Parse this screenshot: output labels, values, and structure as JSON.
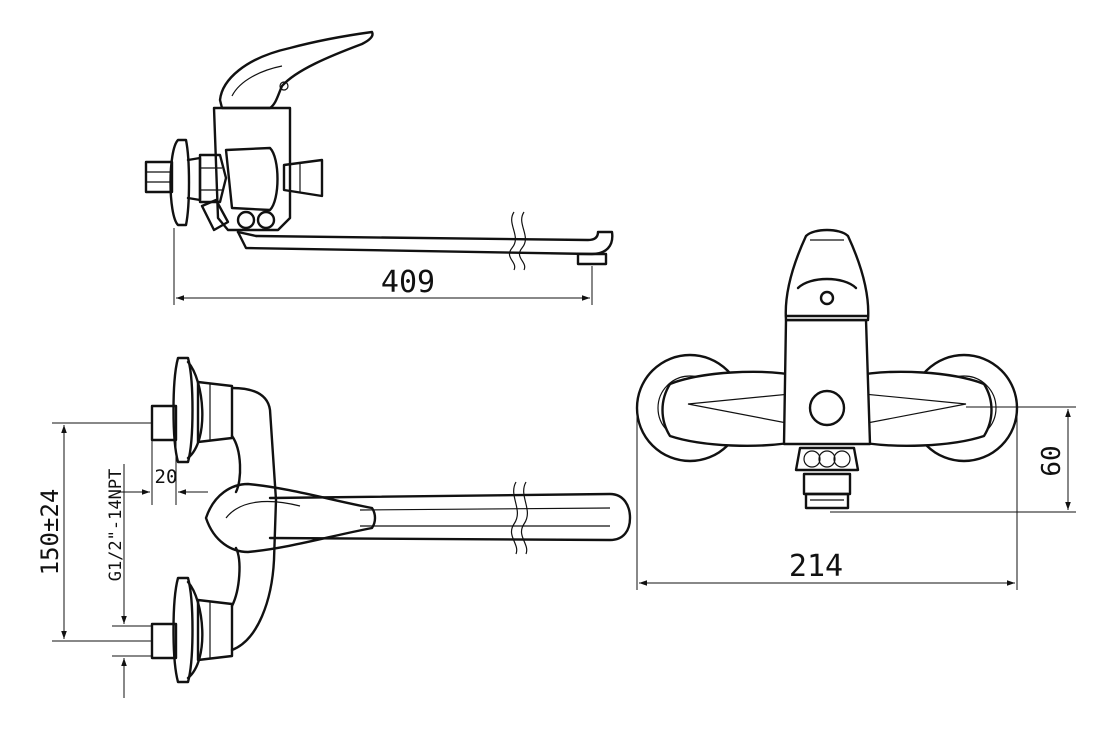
{
  "dimensions": {
    "spout_length": "409",
    "inlet_spacing": "150±24",
    "thread": "G1/2\"-14NPT",
    "inlet_depth": "20",
    "body_width": "214",
    "front_height": "60"
  },
  "colors": {
    "line": "#111111",
    "background": "#ffffff"
  }
}
